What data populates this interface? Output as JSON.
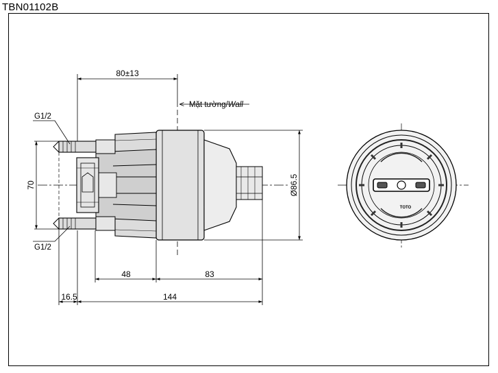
{
  "title": "TBN01102B",
  "labels": {
    "wall_prefix": "Mặt tường/",
    "wall_suffix": "Wall",
    "thread_top": "G1/2",
    "thread_bottom": "G1/2",
    "brand": "TOTO"
  },
  "dimensions": {
    "top_span": "80±13",
    "height": "70",
    "diameter": "Ø86.5",
    "mid_left": "48",
    "mid_right": "83",
    "offset_left": "16.5",
    "overall": "144"
  },
  "colors": {
    "line": "#000000",
    "hidden": "#333333",
    "fill": "#d9d9d9"
  }
}
